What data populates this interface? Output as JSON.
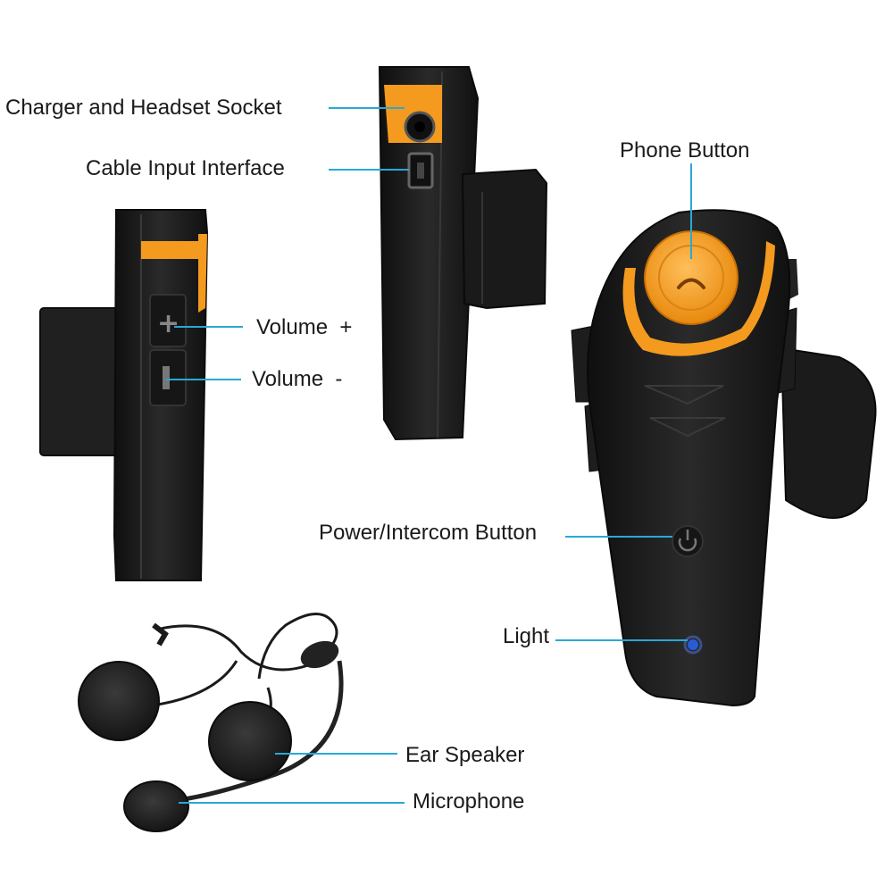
{
  "callouts": {
    "charger_socket": "Charger and Headset Socket",
    "cable_input": "Cable Input Interface",
    "phone_button": "Phone Button",
    "volume_up": "Volume  +",
    "volume_down": "Volume  -",
    "power_intercom": "Power/Intercom Button",
    "light": "Light",
    "ear_speaker": "Ear Speaker",
    "microphone": "Microphone"
  },
  "colors": {
    "leader_line": "#29a8d6",
    "accent_orange": "#f39a1f",
    "device_body": "#1c1c1c",
    "led": "#2a5bd7"
  },
  "icons": {
    "phone_button_glyph": "phone-handset-icon",
    "power_button_glyph": "power-icon"
  }
}
